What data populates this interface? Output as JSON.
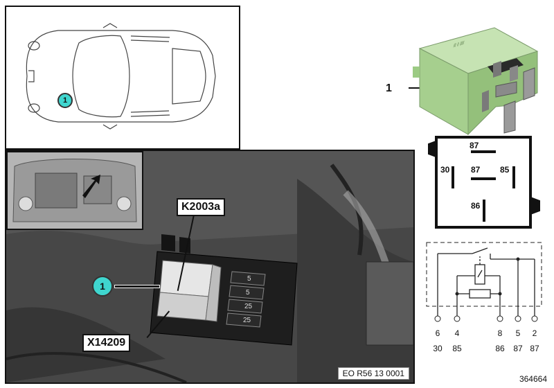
{
  "part": {
    "number": "1"
  },
  "car_view": {
    "position_marker": "1"
  },
  "photo": {
    "callout_relay": "K2003a",
    "callout_fusebox": "X14209",
    "position_marker": "1",
    "reference_code": "EO R56 13 0001",
    "fuse_labels": [
      "5",
      "5",
      "25",
      "25"
    ]
  },
  "pin_diagram": {
    "pins": [
      "87",
      "30",
      "87",
      "85",
      "86"
    ]
  },
  "schematic": {
    "terminal_numbers": [
      "6",
      "4",
      "8",
      "5",
      "2"
    ],
    "terminal_labels": [
      "30",
      "85",
      "86",
      "87",
      "87"
    ]
  },
  "image_id": "364664",
  "colors": {
    "marker_fill": "#3fd6cf",
    "relay_body": "#a6cf8e"
  }
}
